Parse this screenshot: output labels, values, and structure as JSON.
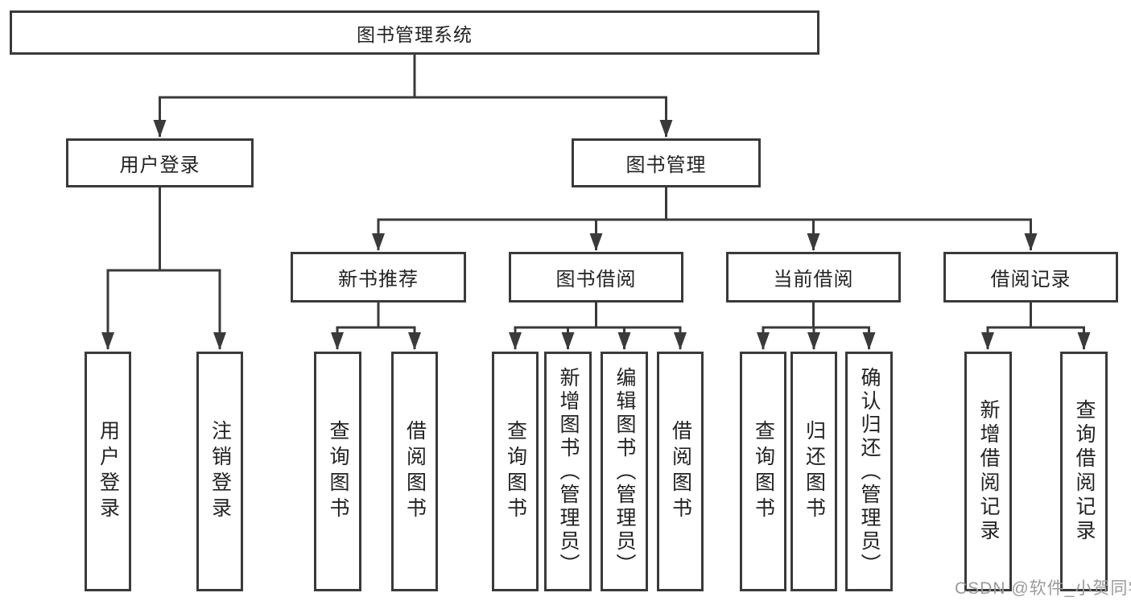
{
  "root": {
    "label": "图书管理系统"
  },
  "level2": [
    {
      "label": "用户登录"
    },
    {
      "label": "图书管理"
    }
  ],
  "level3": [
    {
      "label": "新书推荐",
      "parent": "图书管理"
    },
    {
      "label": "图书借阅",
      "parent": "图书管理"
    },
    {
      "label": "当前借阅",
      "parent": "图书管理"
    },
    {
      "label": "借阅记录",
      "parent": "图书管理"
    }
  ],
  "leaves": [
    {
      "label": "用户登录",
      "parent": "用户登录"
    },
    {
      "label": "注销登录",
      "parent": "用户登录"
    },
    {
      "label": "查询图书",
      "parent": "新书推荐"
    },
    {
      "label": "借阅图书",
      "parent": "新书推荐"
    },
    {
      "label": "查询图书",
      "parent": "图书借阅"
    },
    {
      "label": "新增图书（管理员）",
      "parent": "图书借阅"
    },
    {
      "label": "编辑图书（管理员）",
      "parent": "图书借阅"
    },
    {
      "label": "借阅图书",
      "parent": "图书借阅"
    },
    {
      "label": "查询图书",
      "parent": "当前借阅"
    },
    {
      "label": "归还图书",
      "parent": "当前借阅"
    },
    {
      "label": "确认归还（管理员）",
      "parent": "当前借阅"
    },
    {
      "label": "新增借阅记录",
      "parent": "借阅记录"
    },
    {
      "label": "查询借阅记录",
      "parent": "借阅记录"
    }
  ],
  "watermark": {
    "text": "CSDN @软件_小贺同学",
    "color": "#9b9b9b"
  },
  "colors": {
    "background": "#ffffff",
    "line": "#3a3a3a",
    "text": "#222222"
  }
}
